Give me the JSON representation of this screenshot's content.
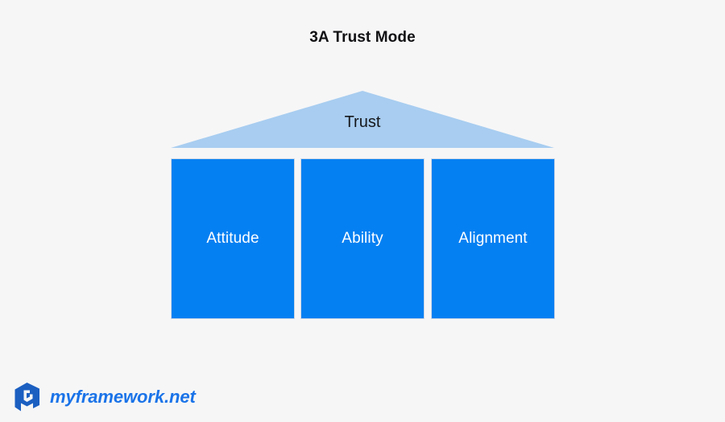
{
  "page": {
    "title": "3A Trust Mode",
    "background_color": "#f6f6f7"
  },
  "diagram": {
    "type": "temple-pillars",
    "roof": {
      "label": "Trust",
      "fill_color": "#a8cdf0",
      "text_color": "#16181c"
    },
    "pillars": [
      {
        "label": "Attitude",
        "fill_color": "#0580f2",
        "text_color": "#ffffff"
      },
      {
        "label": "Ability",
        "fill_color": "#0580f2",
        "text_color": "#ffffff"
      },
      {
        "label": "Alignment",
        "fill_color": "#0580f2",
        "text_color": "#ffffff"
      }
    ]
  },
  "footer": {
    "brand_name": "myframework.net",
    "brand_color": "#1a73e8",
    "logo_icon": "cube-logo-icon",
    "logo_color": "#1b5fc1"
  }
}
